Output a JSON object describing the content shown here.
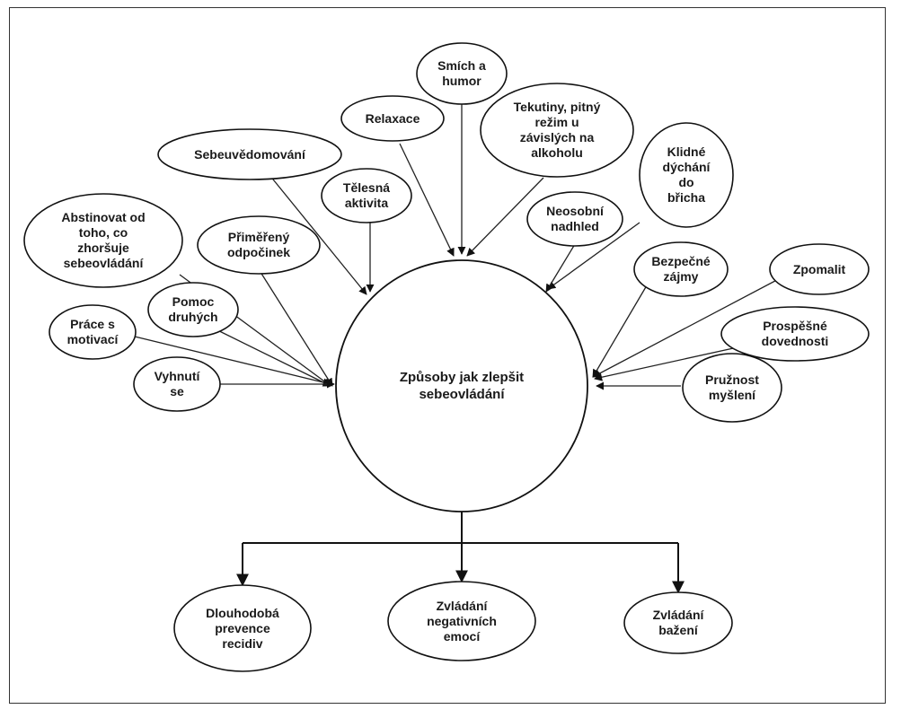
{
  "diagram": {
    "center": "Způsoby jak zlepšit\nsebeovládání",
    "inputs": {
      "smich": "Smích a\nhumor",
      "relaxace": "Relaxace",
      "tekutiny": "Tekutiny, pitný\nrežim u\nzávislých na\nalkoholu",
      "sebeuvedomovani": "Sebeuvědomování",
      "klidne": "Klidné\ndýchání\ndo\nbřicha",
      "telesna": "Tělesná\naktivita",
      "abstinovat": "Abstinovat od\ntoho, co\nzhoršuje\nsebeovládání",
      "neosobni": "Neosobní\nnadhled",
      "primereny": "Přiměřený\nodpočinek",
      "bezpecne": "Bezpečné\nzájmy",
      "zpomalit": "Zpomalit",
      "pomoc": "Pomoc\ndruhých",
      "prospesne": "Prospěšné\ndovednosti",
      "prace": "Práce s\nmotivací",
      "vyhnuti": "Vyhnutí\nse",
      "pruznost": "Pružnost\nmyšlení"
    },
    "outcomes": {
      "dlouhodoba": "Dlouhodobá\nprevence\nrecidiv",
      "zvladani_emoci": "Zvládání\nnegativních\nemocí",
      "zvladani_bazeni": "Zvládání\nbažení"
    }
  }
}
